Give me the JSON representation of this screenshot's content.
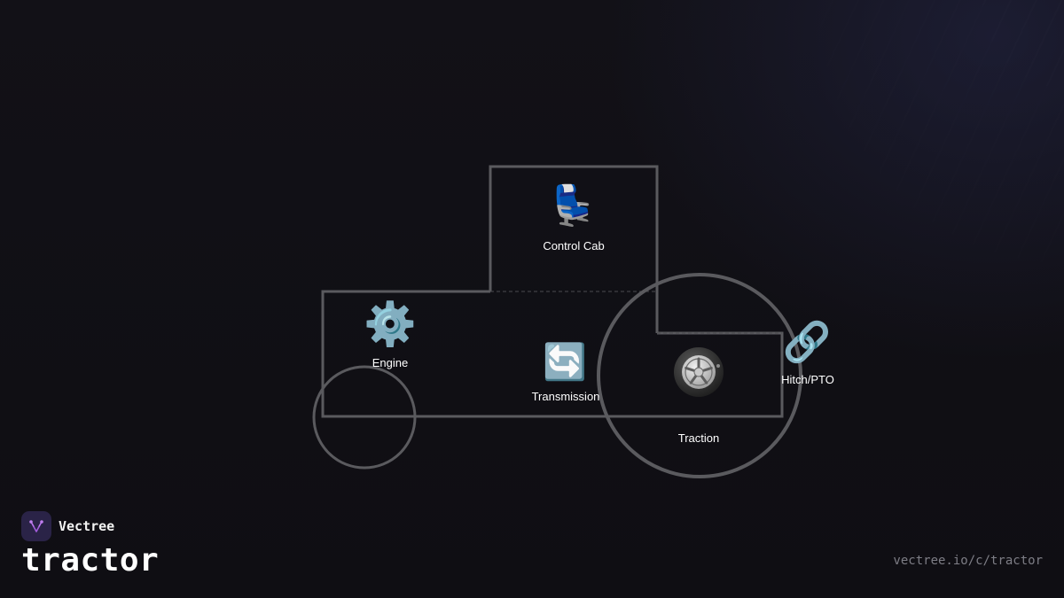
{
  "brand": {
    "name": "Vectree",
    "logo_icon": "vectree-logo-icon",
    "logo_color": "#a35ddc"
  },
  "title": "tractor",
  "url": "vectree.io/c/tractor",
  "colors": {
    "background": "#111015",
    "outline": "#5a5a5e",
    "text": "#ffffff",
    "muted_text": "#7d7d85"
  },
  "nodes": {
    "control_cab": {
      "label": "Control Cab",
      "icon": "seat-icon",
      "glyph": "💺"
    },
    "engine": {
      "label": "Engine",
      "icon": "gear-icon",
      "glyph": "⚙️"
    },
    "transmission": {
      "label": "Transmission",
      "icon": "cycle-arrows-icon",
      "glyph": "🔄"
    },
    "traction": {
      "label": "Traction",
      "icon": "wheel-icon"
    },
    "hitch": {
      "label": "Hitch/PTO",
      "icon": "chain-link-icon",
      "glyph": "🔗"
    }
  }
}
